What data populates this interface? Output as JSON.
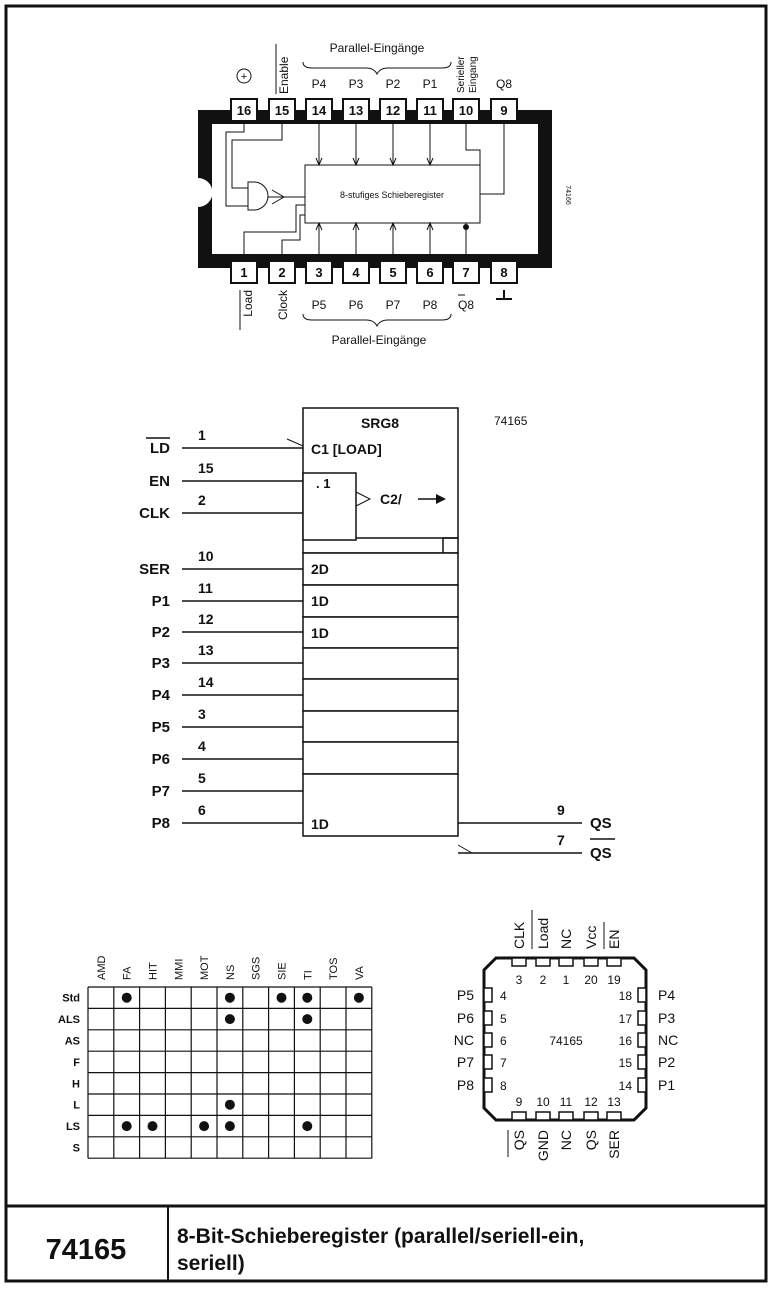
{
  "dip": {
    "top_pins": [
      "16",
      "15",
      "14",
      "13",
      "12",
      "11",
      "10",
      "9"
    ],
    "bottom_pins": [
      "1",
      "2",
      "3",
      "4",
      "5",
      "6",
      "7",
      "8"
    ],
    "top_labels": {
      "plus": "+",
      "enable": "Enable",
      "p4": "P4",
      "p3": "P3",
      "p2": "P2",
      "p1": "P1",
      "serial_1": "Serieller",
      "serial_2": "Eingang",
      "q8": "Q8"
    },
    "bottom_labels": {
      "load": "Load",
      "clock": "Clock",
      "p5": "P5",
      "p6": "P6",
      "p7": "P7",
      "p8": "P8",
      "q8n": "Q8"
    },
    "group_top": "Parallel-Eingänge",
    "group_bottom": "Parallel-Eingänge",
    "inner_block": "8-stufiges Schieberegister",
    "side_mark": "74166"
  },
  "symbol": {
    "title": "SRG8",
    "part": "74165",
    "c1": "C1 [LOAD]",
    "gate": ". 1",
    "c2": "C2/",
    "cell_2d": "2D",
    "cell_1d": "1D",
    "inputs": [
      {
        "name": "LD",
        "pin": "1"
      },
      {
        "name": "EN",
        "pin": "15"
      },
      {
        "name": "CLK",
        "pin": "2"
      },
      {
        "name": "SER",
        "pin": "10"
      },
      {
        "name": "P1",
        "pin": "11"
      },
      {
        "name": "P2",
        "pin": "12"
      },
      {
        "name": "P3",
        "pin": "13"
      },
      {
        "name": "P4",
        "pin": "14"
      },
      {
        "name": "P5",
        "pin": "3"
      },
      {
        "name": "P6",
        "pin": "4"
      },
      {
        "name": "P7",
        "pin": "5"
      },
      {
        "name": "P8",
        "pin": "6"
      }
    ],
    "outputs": [
      {
        "name": "QS",
        "pin": "9"
      },
      {
        "name": "QS",
        "pin": "7"
      }
    ]
  },
  "matrix": {
    "columns": [
      "AMD",
      "FA",
      "HIT",
      "MMI",
      "MOT",
      "NS",
      "SGS",
      "SIE",
      "TI",
      "TOS",
      "VA"
    ],
    "rows": [
      {
        "name": "Std",
        "dots": [
          1,
          5,
          7,
          8,
          10
        ]
      },
      {
        "name": "ALS",
        "dots": [
          5,
          8
        ]
      },
      {
        "name": "AS",
        "dots": []
      },
      {
        "name": "F",
        "dots": []
      },
      {
        "name": "H",
        "dots": []
      },
      {
        "name": "L",
        "dots": [
          5
        ]
      },
      {
        "name": "LS",
        "dots": [
          1,
          2,
          4,
          5,
          8
        ]
      },
      {
        "name": "S",
        "dots": []
      }
    ]
  },
  "plcc": {
    "center": "74165",
    "top": [
      {
        "pin": "3",
        "label": "CLK"
      },
      {
        "pin": "2",
        "label": "Load"
      },
      {
        "pin": "1",
        "label": "NC"
      },
      {
        "pin": "20",
        "label": "Vcc"
      },
      {
        "pin": "19",
        "label": "EN"
      }
    ],
    "left": [
      {
        "pin": "4",
        "label": "P5"
      },
      {
        "pin": "5",
        "label": "P6"
      },
      {
        "pin": "6",
        "label": "NC"
      },
      {
        "pin": "7",
        "label": "P7"
      },
      {
        "pin": "8",
        "label": "P8"
      }
    ],
    "right": [
      {
        "pin": "18",
        "label": "P4"
      },
      {
        "pin": "17",
        "label": "P3"
      },
      {
        "pin": "16",
        "label": "NC"
      },
      {
        "pin": "15",
        "label": "P2"
      },
      {
        "pin": "14",
        "label": "P1"
      }
    ],
    "bottom": [
      {
        "pin": "9",
        "label": "QS"
      },
      {
        "pin": "10",
        "label": "GND"
      },
      {
        "pin": "11",
        "label": "NC"
      },
      {
        "pin": "12",
        "label": "QS"
      },
      {
        "pin": "13",
        "label": "SER"
      }
    ]
  },
  "footer": {
    "part": "74165",
    "title_1": "8-Bit-Schieberegister (parallel/seriell-ein,",
    "title_2": "seriell)"
  }
}
